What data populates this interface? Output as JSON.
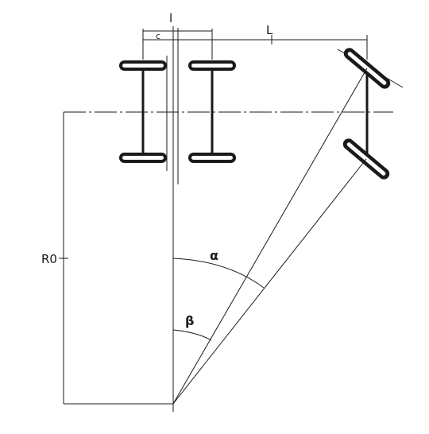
{
  "labels": {
    "l": "l",
    "c": "c",
    "L": "L",
    "r0": "R0",
    "alpha": "α",
    "beta": "β"
  },
  "colors": {
    "stroke": "#1a1a1a",
    "background": "#ffffff"
  }
}
